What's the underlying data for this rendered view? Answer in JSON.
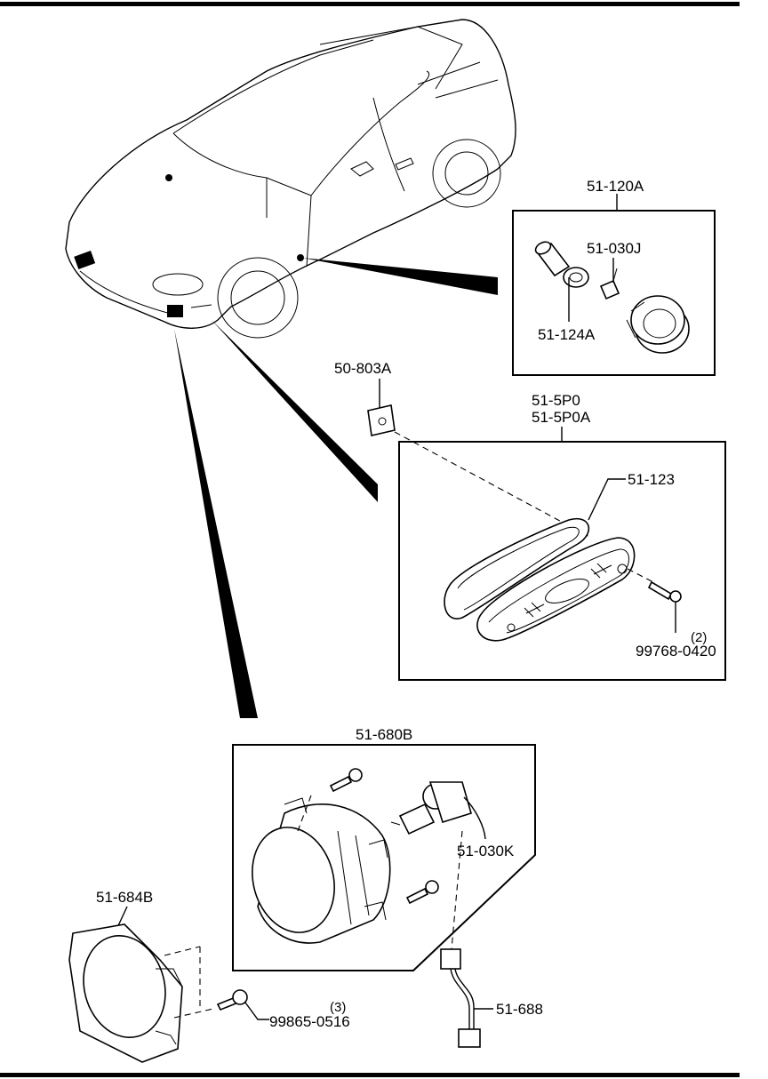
{
  "parts": {
    "side_marker_lamp_assy": "51-120A",
    "side_marker_socket": "51-030J",
    "side_marker_bulb": "51-124A",
    "clip": "50-803A",
    "side_turn_lamp_a": "51-5P0",
    "side_turn_lamp_b": "51-5P0A",
    "gasket": "51-123",
    "screw_side": "99768-0420",
    "screw_side_qty": "(2)",
    "fog_lamp_assy": "51-680B",
    "fog_bulb_socket": "51-030K",
    "fog_bracket": "51-684B",
    "screw_bracket": "99865-0516",
    "screw_bracket_qty": "(3)",
    "harness": "51-688"
  },
  "icons": [
    "car-outline-icon",
    "bulb-icon",
    "lamp-icon",
    "screw-icon",
    "connector-icon"
  ]
}
